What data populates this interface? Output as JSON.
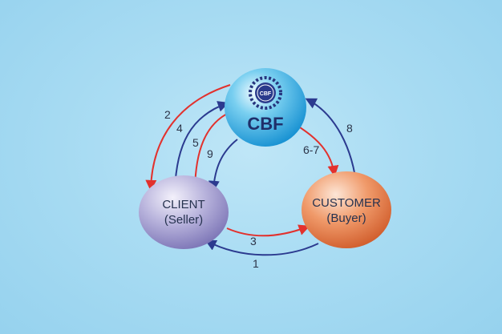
{
  "nodes": {
    "cbf": {
      "logo_text": "CBF",
      "title": "CBF"
    },
    "client": {
      "line1": "CLIENT",
      "line2": "(Seller)"
    },
    "customer": {
      "line1": "CUSTOMER",
      "line2": "(Buyer)"
    }
  },
  "steps": [
    "1",
    "2",
    "3",
    "4",
    "5",
    "6-7",
    "8",
    "9"
  ],
  "colors": {
    "red_arrow": "#e2312d",
    "blue_arrow": "#2b3a8f"
  }
}
